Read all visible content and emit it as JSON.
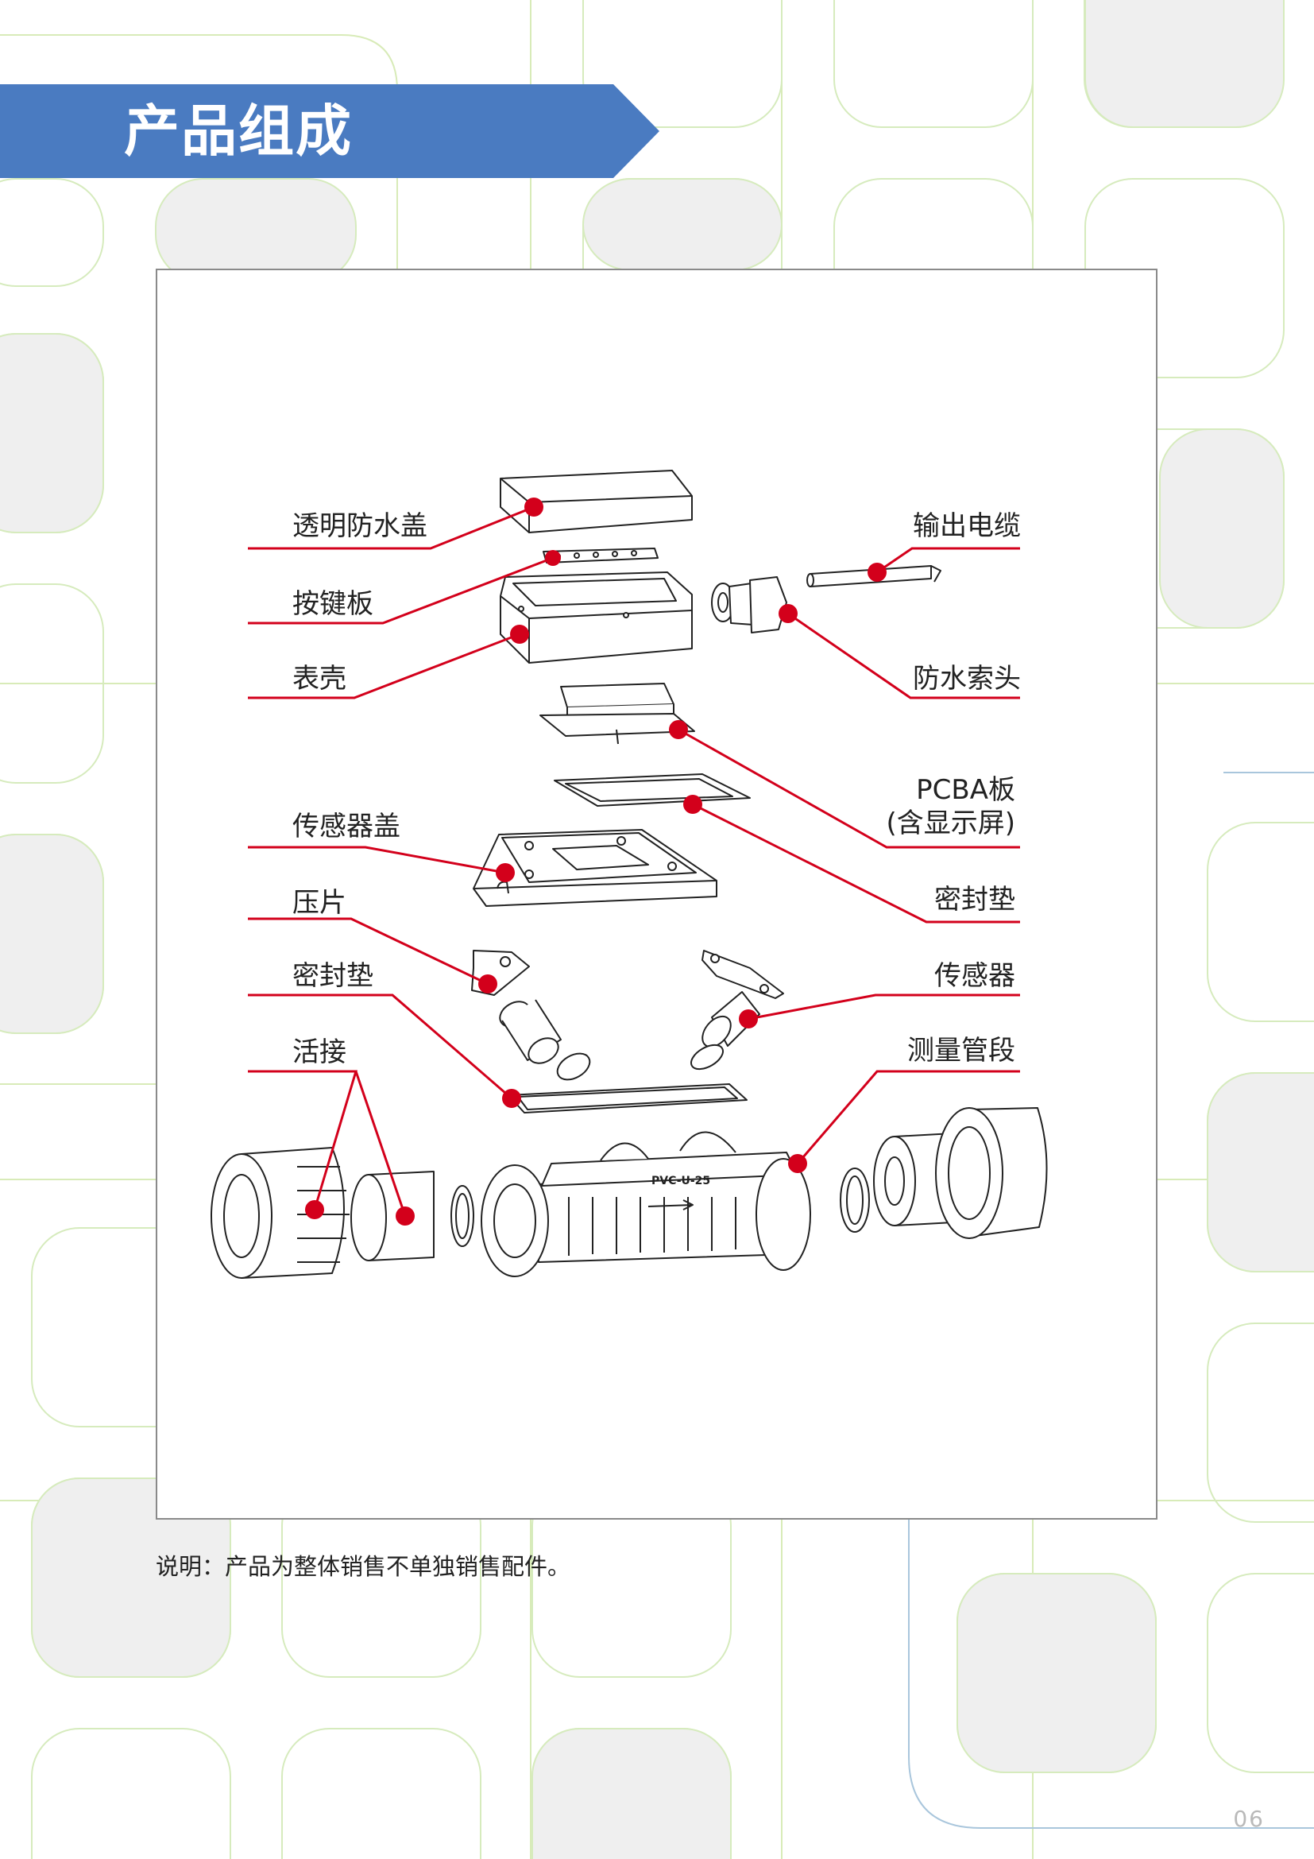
{
  "header": {
    "title": "产品组成"
  },
  "parts": {
    "transparent_cover": "透明防水盖",
    "keypad": "按键板",
    "housing": "表壳",
    "sensor_cover": "传感器盖",
    "pressure_plate": "压片",
    "gasket_left": "密封垫",
    "union": "活接",
    "output_cable": "输出电缆",
    "cable_gland": "防水索头",
    "pcba_line1": "PCBA板",
    "pcba_line2": "(含显示屏)",
    "gasket_right": "密封垫",
    "sensor": "传感器",
    "pipe_section": "测量管段"
  },
  "pipe_marking": "PVC-U-25",
  "note": "说明：产品为整体销售不单独销售配件。",
  "page_number": "06",
  "colors": {
    "accent_blue": "#4a7bc1",
    "leader_red": "#d3001b",
    "line_art": "#222222",
    "bg_green": "#d4e8b0",
    "bg_block": "#efefef"
  }
}
